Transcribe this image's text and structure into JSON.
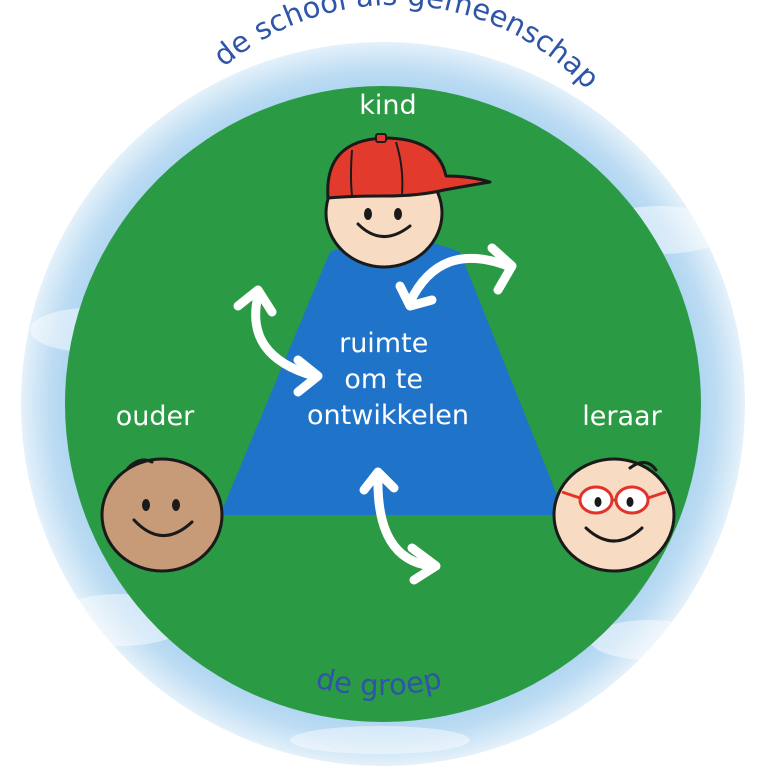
{
  "diagram": {
    "outer_ring_label": "de school als gemeenschap",
    "bottom_label": "de groep",
    "center_label_lines": [
      "ruimte",
      "om te",
      "ontwikkelen"
    ],
    "nodes": {
      "top": "kind",
      "left": "ouder",
      "right": "leraar"
    }
  },
  "colors": {
    "ring_light": "#cfe6f6",
    "ring_mid": "#8fc4ea",
    "ring_text": "#2f55a8",
    "field_green": "#2b9a45",
    "triangle_blue": "#1f74c9",
    "cap_red": "#e23b2e",
    "face_skin": "#f7dcc3",
    "face_brown": "#c79a78",
    "glasses_red": "#e2332b",
    "outline": "#1a1a1a"
  },
  "icons": [
    "cap-icon",
    "glasses-icon",
    "curved-double-arrow-icon"
  ]
}
